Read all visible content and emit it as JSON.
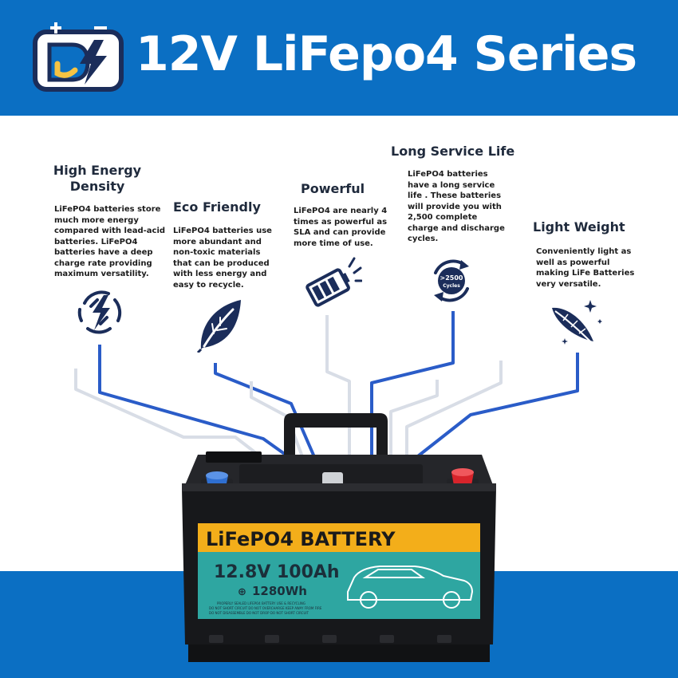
{
  "header": {
    "title": "12V LiFepo4 Series",
    "logo_icon": "battery-lightning-logo-icon",
    "colors": {
      "band": "#0b6fc3",
      "logo_outline": "#1b2d5a",
      "logo_accent": "#f6c343"
    }
  },
  "features": [
    {
      "title_lines": [
        "High Energy",
        "Density"
      ],
      "desc": [
        "LiFePO4 batteries store",
        "much more energy",
        "compared with lead-acid",
        "batteries. LiFePO4",
        "batteries have a deep",
        "charge rate providing",
        "maximum versatility."
      ],
      "icon": "energy-bolt-icon"
    },
    {
      "title_lines": [
        "Eco Friendly"
      ],
      "desc": [
        "LiFePO4 batteries use",
        "more abundant and",
        "non-toxic materials",
        "that can be produced",
        "with less energy and",
        "easy to recycle."
      ],
      "icon": "leaf-icon"
    },
    {
      "title_lines": [
        "Powerful"
      ],
      "desc": [
        "LiFePO4 are nearly 4",
        "times as powerful as",
        "SLA and can provide",
        "more time of use."
      ],
      "icon": "battery-cells-icon"
    },
    {
      "title_lines": [
        "Long Service Life"
      ],
      "desc": [
        "LiFePO4 batteries",
        "have a long service",
        "life . These batteries",
        "will provide you with",
        "2,500 complete",
        "charge and discharge",
        "cycles."
      ],
      "icon": "cycle-icon",
      "icon_label": [
        ">2500",
        "Cycles"
      ]
    },
    {
      "title_lines": [
        "Light Weight"
      ],
      "desc": [
        "Conveniently light as",
        "well as powerful",
        "making LiFe Batteries",
        "very versatile."
      ],
      "icon": "feather-icon"
    }
  ],
  "battery": {
    "brand_label": "LiFePO4 BATTERY",
    "spec": "12.8V 100Ah",
    "energy": "1280Wh",
    "energy_symbol": "⊕",
    "warning_lines": [
      "PROPERLY SEALED LIFEPO4 BATTERY USE & RECYCLING",
      "DO NOT SHORT CIRCUIT  DO NOT OVERCHARGE  KEEP AWAY FROM FIRE",
      "DO NOT DISASSEMBLE  DO NOT DROP  DO NOT SHORT CIRCUIT"
    ],
    "colors": {
      "case": "#17181b",
      "label_gold": "#f3ae1a",
      "label_teal": "#2ea6a1",
      "terminal_neg": "#2f6fd1",
      "terminal_pos": "#d7242b"
    }
  }
}
